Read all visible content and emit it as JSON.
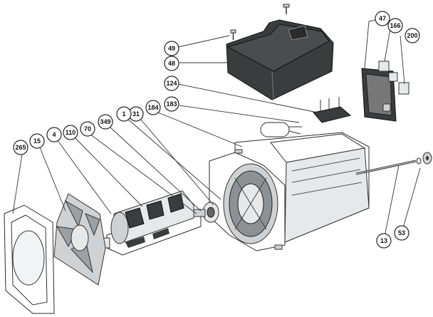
{
  "callouts": [
    {
      "id": "49",
      "label": "49"
    },
    {
      "id": "48",
      "label": "48"
    },
    {
      "id": "124",
      "label": "124"
    },
    {
      "id": "47",
      "label": "47"
    },
    {
      "id": "166",
      "label": "166"
    },
    {
      "id": "200",
      "label": "200"
    },
    {
      "id": "183",
      "label": "183"
    },
    {
      "id": "184",
      "label": "184"
    },
    {
      "id": "31",
      "label": "31"
    },
    {
      "id": "1",
      "label": "1"
    },
    {
      "id": "349",
      "label": "349"
    },
    {
      "id": "70",
      "label": "70"
    },
    {
      "id": "110",
      "label": "110"
    },
    {
      "id": "4",
      "label": "4"
    },
    {
      "id": "15",
      "label": "15"
    },
    {
      "id": "265",
      "label": "265"
    },
    {
      "id": "13",
      "label": "13"
    },
    {
      "id": "53",
      "label": "53"
    }
  ]
}
